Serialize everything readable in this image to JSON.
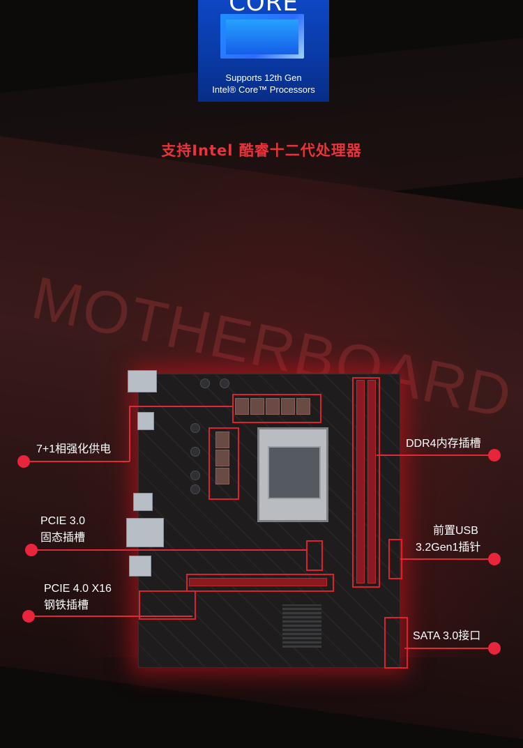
{
  "badge": {
    "logo_word": "CORE",
    "line1": "Supports 12th Gen",
    "line2": "Intel® Core™ Processors"
  },
  "headline": "支持Intel 酷睿十二代处理器",
  "watermark": "MOTHERBOARD",
  "callouts": {
    "vrm": "7+1相强化供电",
    "pcie3_line1": "PCIE 3.0",
    "pcie3_line2": "固态插槽",
    "pcie4_line1": "PCIE 4.0 X16",
    "pcie4_line2": "钢铁插槽",
    "ddr4": "DDR4内存插槽",
    "usb_line1": "前置USB",
    "usb_line2": "3.2Gen1插针",
    "sata": "SATA 3.0接口"
  },
  "colors": {
    "accent": "#e8253a",
    "headline": "#e8343a",
    "badge_blue": "#0a3aa6"
  }
}
